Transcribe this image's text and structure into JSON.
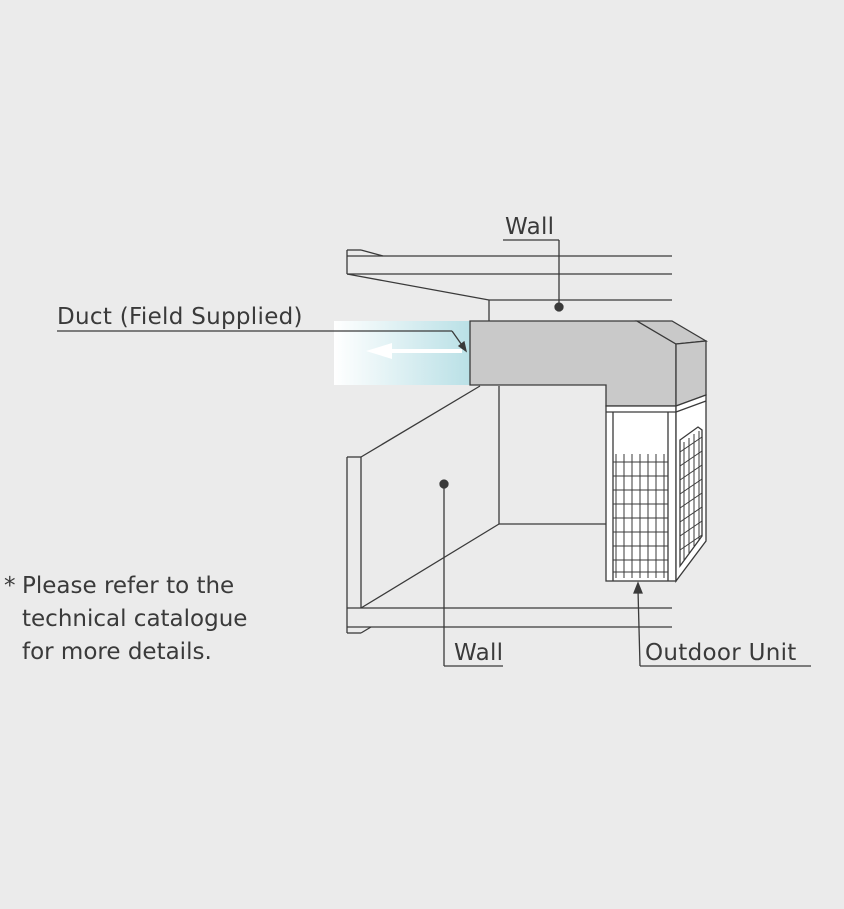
{
  "labels": {
    "wall_top": "Wall",
    "duct": "Duct (Field Supplied)",
    "wall_bottom": "Wall",
    "outdoor_unit": "Outdoor Unit"
  },
  "note": {
    "asterisk": "*",
    "lines": [
      "Please refer to the",
      "technical catalogue",
      "for more details."
    ]
  },
  "colors": {
    "background": "#ebebeb",
    "line": "#3a3a3a",
    "duct_fill": "#c9c9c9",
    "airflow": "#b9e0e6"
  }
}
